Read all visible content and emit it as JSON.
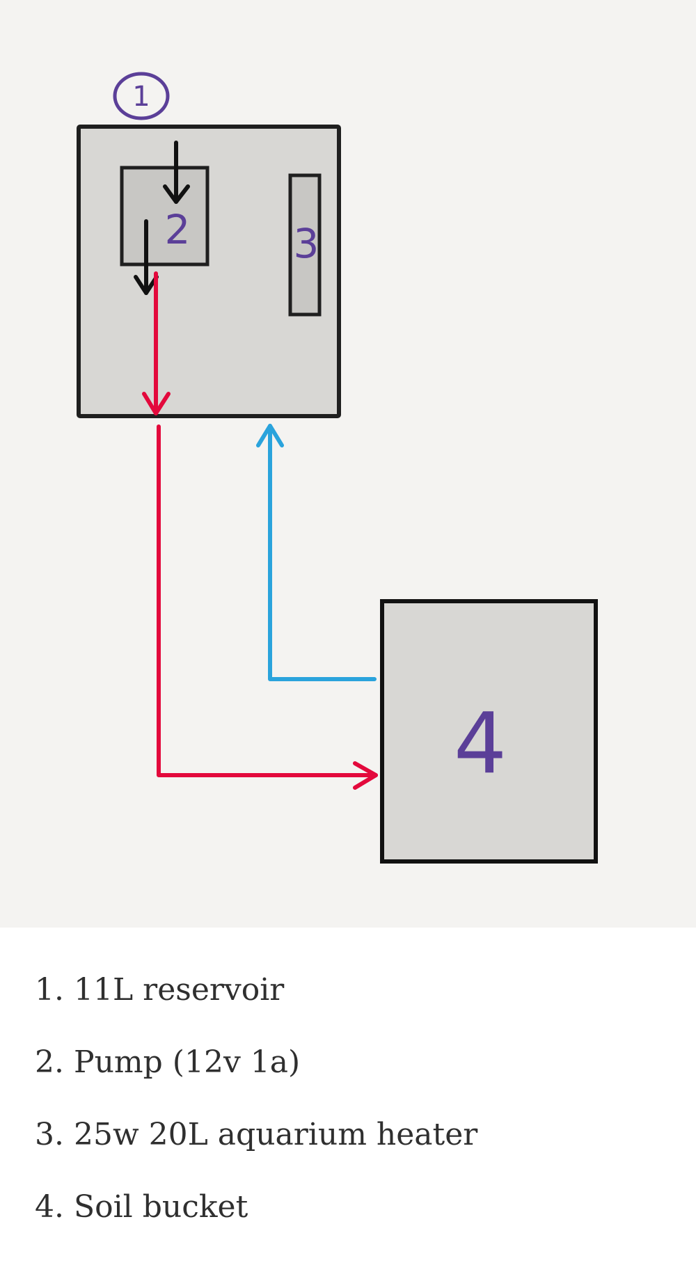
{
  "diagram": {
    "labels": {
      "reservoir_marker": "1",
      "pump": "2",
      "heater": "3",
      "soil_bucket": "4"
    },
    "colors": {
      "background": "#f4f3f1",
      "box_fill": "#d8d7d4",
      "outline": "#1f1f1f",
      "label": "#5b3f98",
      "supply_line": "#e3093c",
      "return_line": "#2aa3dc",
      "flow_arrow": "#111111"
    }
  },
  "legend": {
    "items": [
      "1. 11L reservoir",
      "2. Pump (12v 1a)",
      "3. 25w 20L aquarium heater",
      "4. Soil bucket"
    ]
  }
}
